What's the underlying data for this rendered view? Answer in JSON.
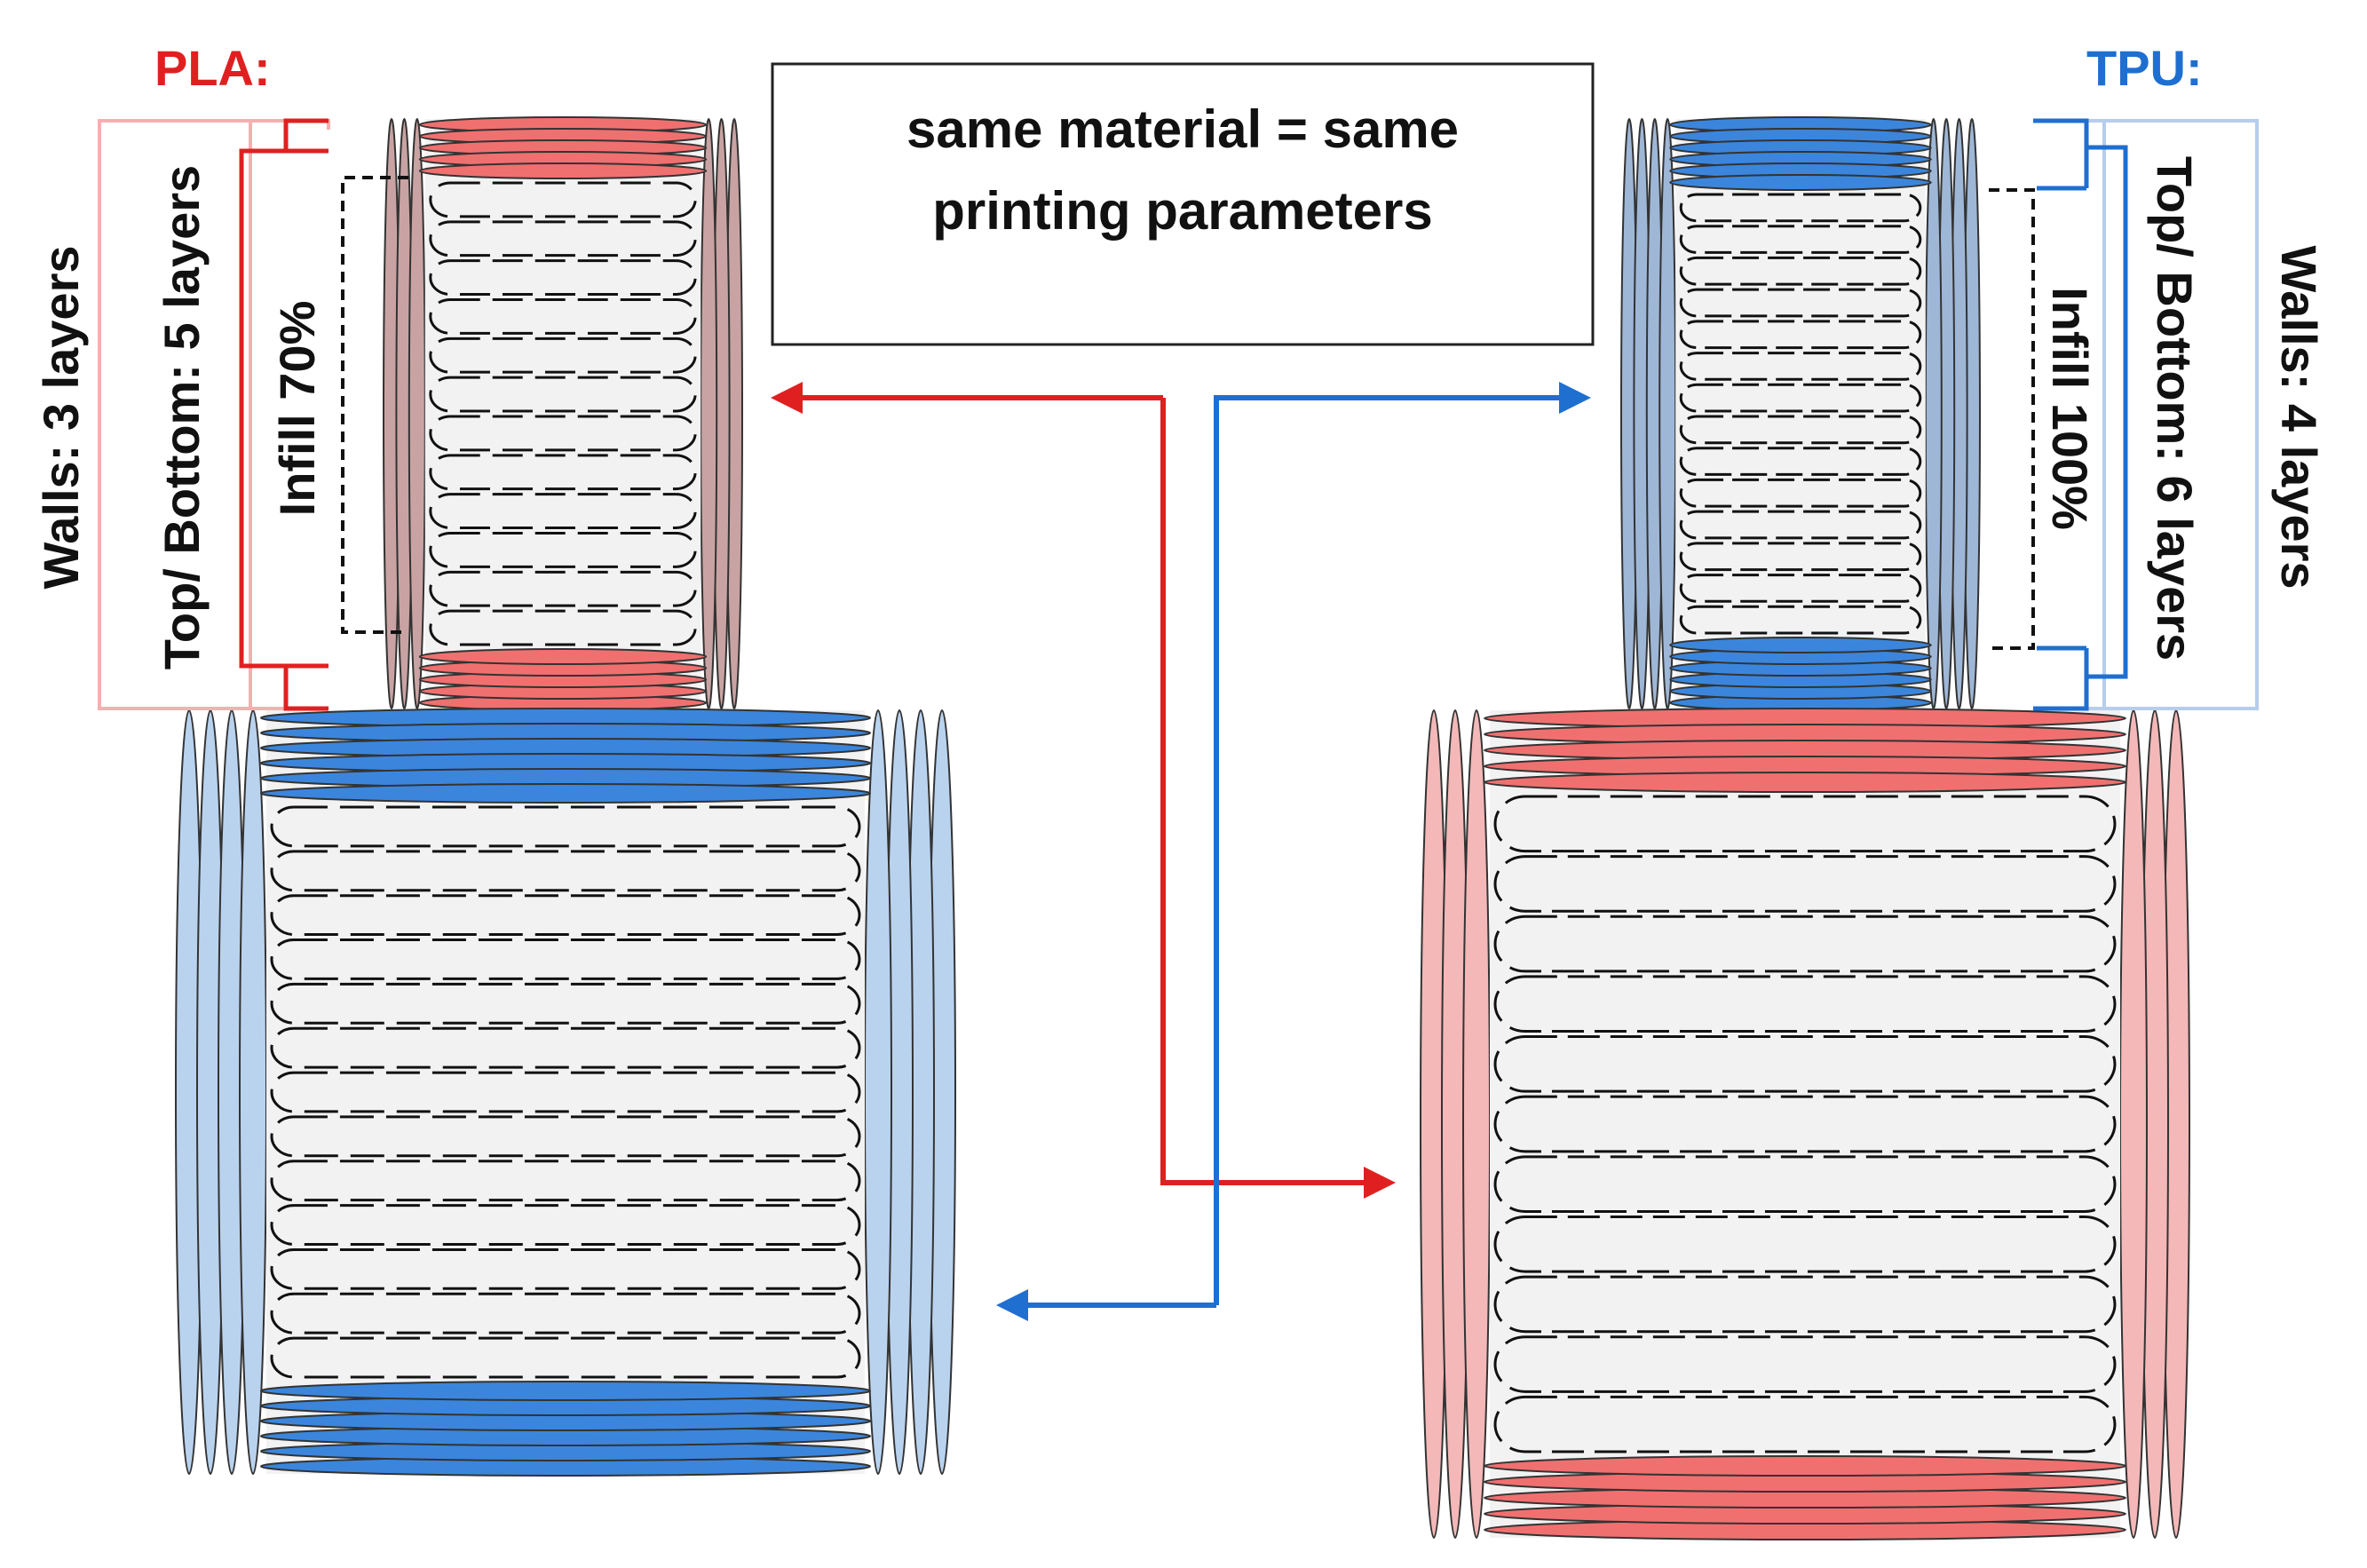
{
  "labels": {
    "pla_title": "PLA:",
    "tpu_title": "TPU:",
    "pla_walls": "Walls: 3 layers",
    "pla_topbottom": "Top/ Bottom: 5 layers",
    "pla_infill": "Infill 70%",
    "tpu_walls": "Walls: 4 layers",
    "tpu_topbottom": "Top/ Bottom: 6 layers",
    "tpu_infill": "Infill 100%",
    "note_line1": "same material = same",
    "note_line2": "printing parameters"
  },
  "materials": {
    "pla": {
      "walls": 3,
      "top_bottom": 5,
      "infill_percent": 70
    },
    "tpu": {
      "walls": 4,
      "top_bottom": 6,
      "infill_percent": 100
    }
  },
  "colors": {
    "pla": "#e02020",
    "tpu": "#1f6fd1",
    "pla_fill": "#f07070",
    "tpu_fill": "#3b86dc",
    "pla_wall_fill": "#f4b8b8",
    "tpu_wall_fill": "#b9d3ef",
    "infill_bg": "#f2f2f2",
    "outline": "#333333"
  }
}
